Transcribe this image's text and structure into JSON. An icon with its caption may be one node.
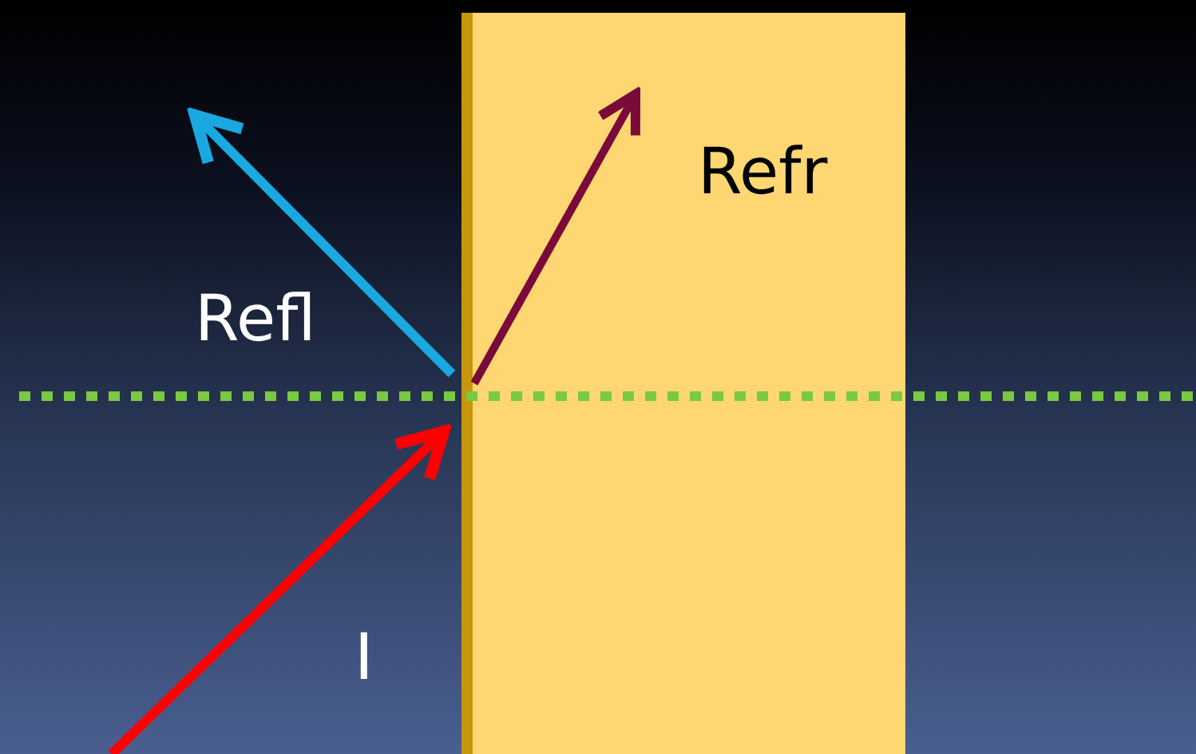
{
  "diagram": {
    "labels": [
      "Refl",
      "Refr",
      "I"
    ]
  }
}
